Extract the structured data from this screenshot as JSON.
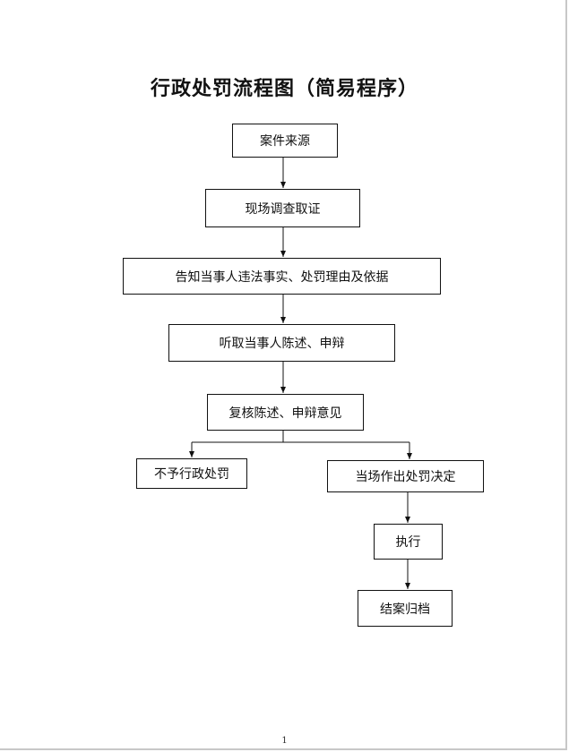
{
  "title": "行政处罚流程图（简易程序）",
  "steps": {
    "case_source": "案件来源",
    "investigate": "现场调查取证",
    "notify": "告知当事人违法事实、处罚理由及依据",
    "hear": "听取当事人陈述、申辩",
    "review": "复核陈述、申辩意见",
    "no_penalty": "不予行政处罚",
    "decide": "当场作出处罚决定",
    "execute": "执行",
    "archive": "结案归档"
  },
  "page_number": "1"
}
